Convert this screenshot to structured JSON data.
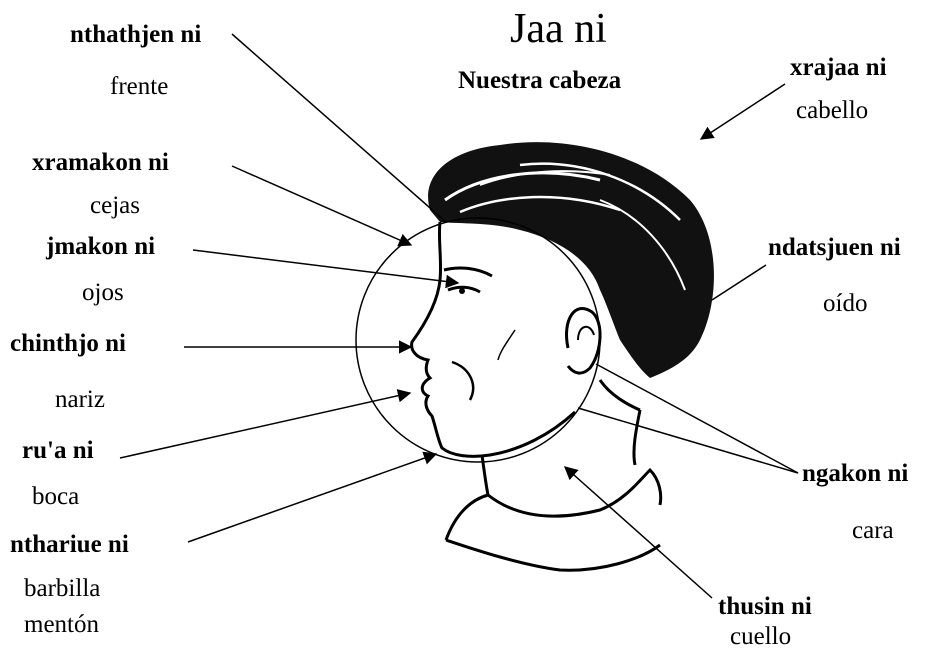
{
  "title": "Jaa ni",
  "subtitle": "Nuestra cabeza",
  "labels": {
    "forehead": {
      "term": "nthathjen ni",
      "gloss": "frente"
    },
    "hair": {
      "term": "xrajaa ni",
      "gloss": "cabello"
    },
    "eyebrows": {
      "term": "xramakon ni",
      "gloss": "cejas"
    },
    "eyes": {
      "term": "jmakon ni",
      "gloss": "ojos"
    },
    "nose": {
      "term": "chinthjo ni",
      "gloss": "nariz"
    },
    "mouth": {
      "term": "ru'a ni",
      "gloss": "boca"
    },
    "chin": {
      "term": "nthariue ni",
      "gloss": "barbilla",
      "gloss2": "mentón"
    },
    "ear": {
      "term": "ndatsjuen ni",
      "gloss": "oído"
    },
    "face": {
      "term": "ngakon ni",
      "gloss": "cara"
    },
    "neck": {
      "term": "thusin ni",
      "gloss": "cuello"
    }
  },
  "colors": {
    "ink": "#000000",
    "background": "#ffffff"
  }
}
